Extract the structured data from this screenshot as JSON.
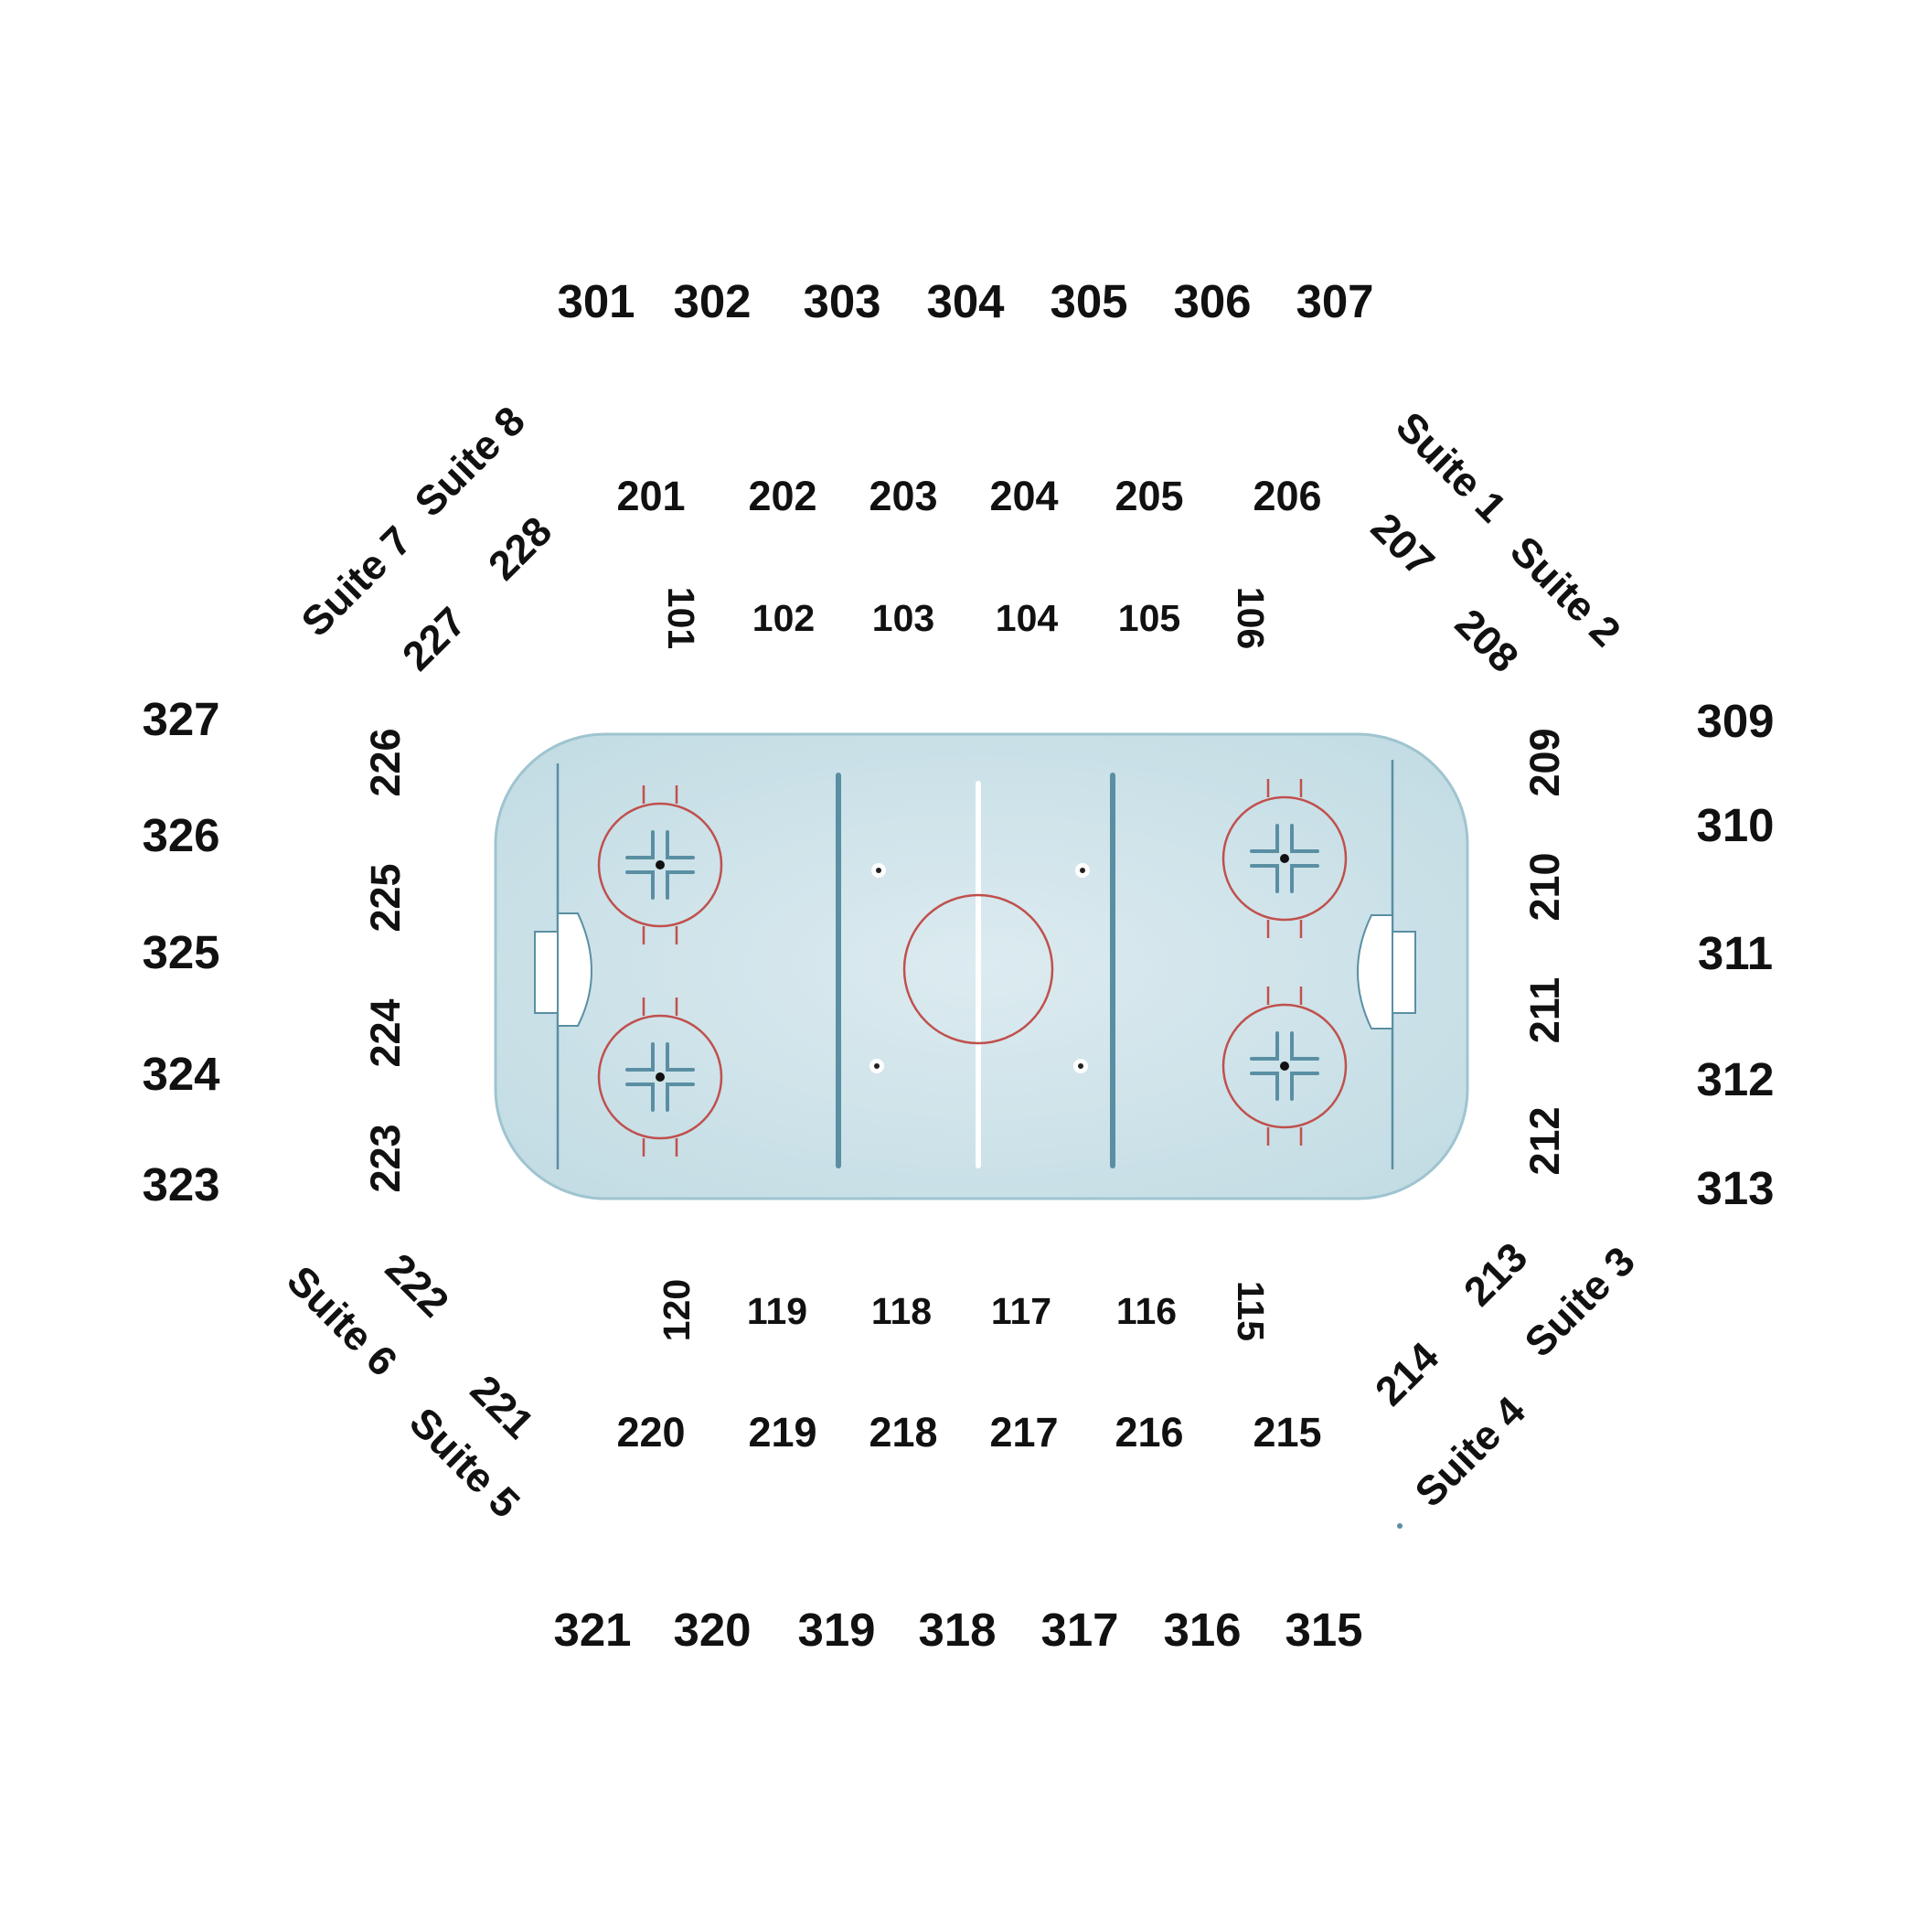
{
  "map": {
    "rink_colors": {
      "ice": "#d8e8ee",
      "ice_edge": "#c2dbe3",
      "board": "#9fc4d0",
      "red_line": "#c0504d",
      "blue_line": "#5a8fa3",
      "center_line": "#ffffff"
    },
    "sections": {
      "level_100": [
        "101",
        "102",
        "103",
        "104",
        "105",
        "106",
        "115",
        "116",
        "117",
        "118",
        "119",
        "120"
      ],
      "level_200": [
        "201",
        "202",
        "203",
        "204",
        "205",
        "206",
        "207",
        "208",
        "209",
        "210",
        "211",
        "212",
        "213",
        "214",
        "215",
        "216",
        "217",
        "218",
        "219",
        "220",
        "221",
        "222",
        "223",
        "224",
        "225",
        "226",
        "227",
        "228"
      ],
      "level_300": [
        "301",
        "302",
        "303",
        "304",
        "305",
        "306",
        "307",
        "309",
        "310",
        "311",
        "312",
        "313",
        "315",
        "316",
        "317",
        "318",
        "319",
        "320",
        "321",
        "323",
        "324",
        "325",
        "326",
        "327"
      ],
      "suites": [
        "Suite 1",
        "Suite 2",
        "Suite 3",
        "Suite 4",
        "Suite 5",
        "Suite 6",
        "Suite 7",
        "Suite 8"
      ]
    }
  }
}
